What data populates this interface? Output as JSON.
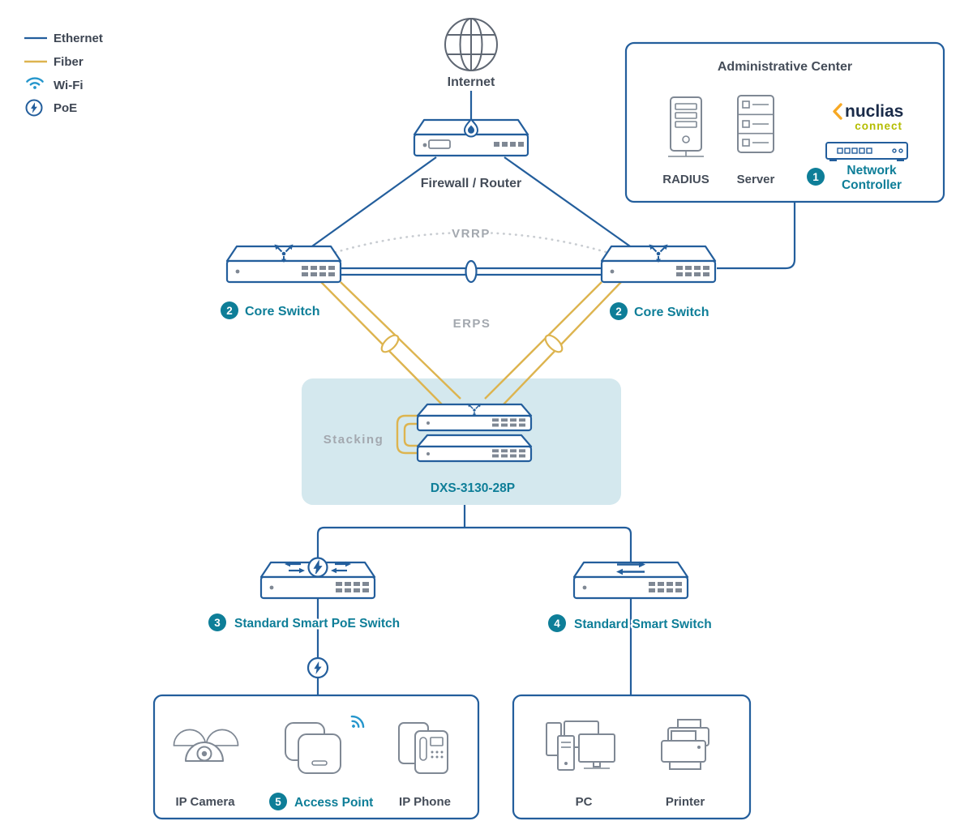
{
  "legend": {
    "ethernet": "Ethernet",
    "fiber": "Fiber",
    "wifi": "Wi-Fi",
    "poe": "PoE"
  },
  "internet": {
    "label": "Internet"
  },
  "firewall": {
    "label": "Firewall / Router"
  },
  "admin": {
    "title": "Administrative Center",
    "radius_label": "RADIUS",
    "server_label": "Server",
    "brand": "nuclias",
    "brand_sub": "connect",
    "controller_badge": "1",
    "controller_line1": "Network",
    "controller_line2": "Controller"
  },
  "core_left": {
    "badge": "2",
    "label": "Core Switch"
  },
  "core_right": {
    "badge": "2",
    "label": "Core Switch"
  },
  "links": {
    "vrrp": "VRRP",
    "erps": "ERPS"
  },
  "stack": {
    "label": "Stacking",
    "model": "DXS-3130-28P"
  },
  "poe_switch": {
    "badge": "3",
    "label": "Standard Smart PoE Switch"
  },
  "smart_switch": {
    "badge": "4",
    "label": "Standard Smart Switch"
  },
  "endpoints_left": {
    "camera": "IP Camera",
    "ap_badge": "5",
    "ap": "Access Point",
    "phone": "IP Phone"
  },
  "endpoints_right": {
    "pc": "PC",
    "printer": "Printer"
  },
  "colors": {
    "ethernet": "#235E9C",
    "fiber": "#DDB44F",
    "teal": "#0E7E98",
    "label_gray": "#A3A8AF",
    "text_dark": "#454D59",
    "stack_bg": "#D4E8EE",
    "device_gray": "#7F8894",
    "wifi_blue": "#2596CC",
    "brand_orange": "#F7A823",
    "brand_navy": "#1A2B49",
    "brand_green": "#B4BD00"
  }
}
